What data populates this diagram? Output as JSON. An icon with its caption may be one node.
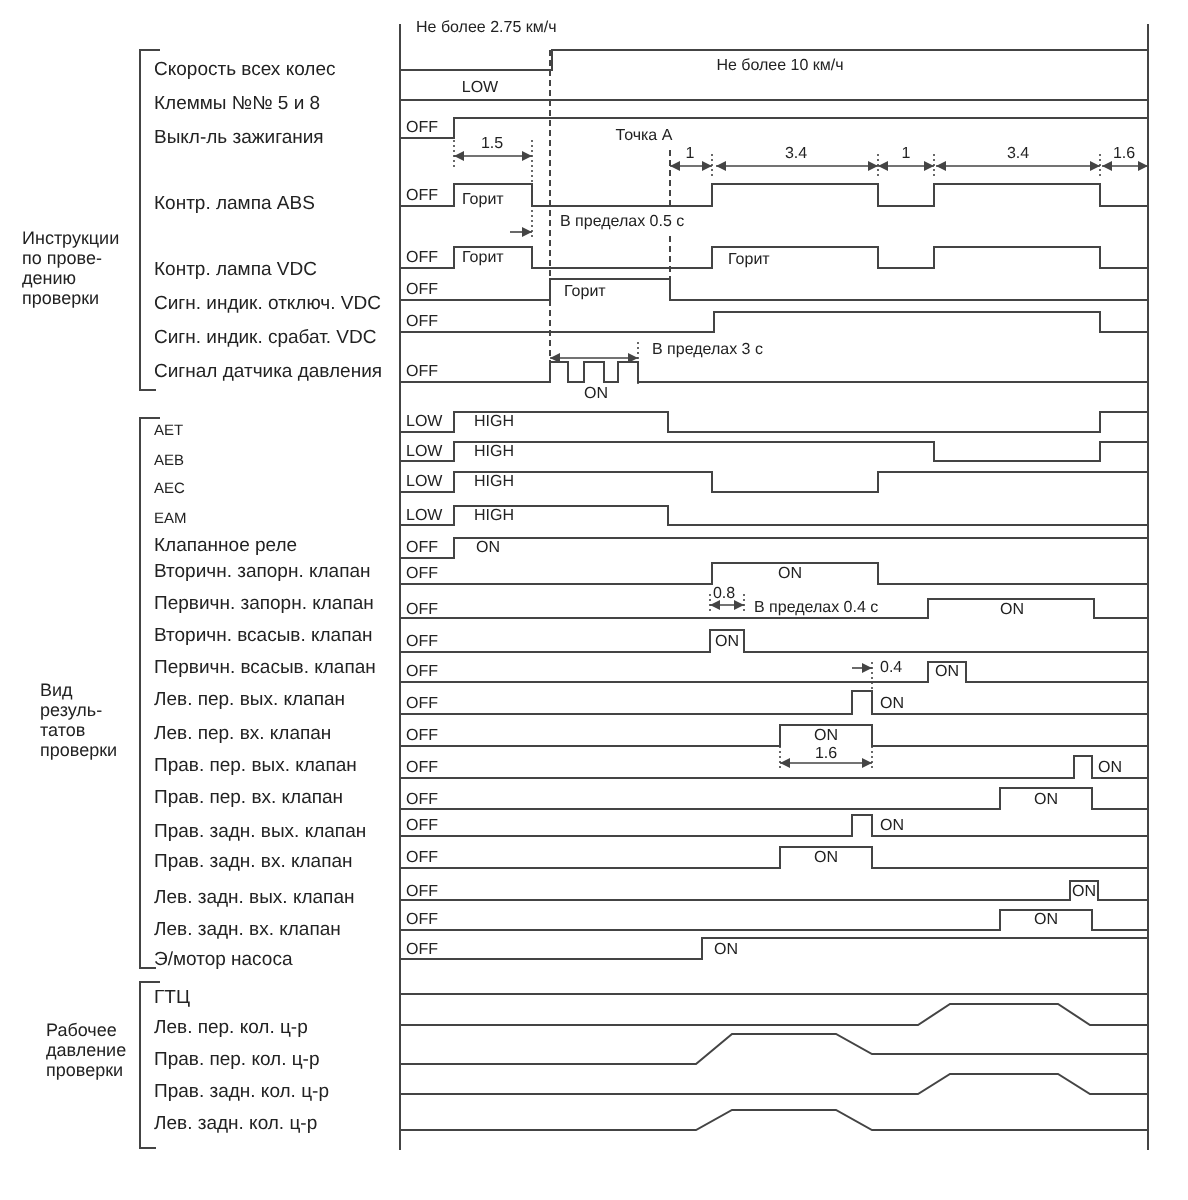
{
  "diagram": {
    "labels": [
      "Не более 2.75 км/ч",
      "Скорость всех колес",
      "Не более 10 км/ч",
      "Клеммы №№ 5 и 8",
      "LOW",
      "Выкл-ль зажигания",
      "OFF",
      "Точка А",
      "1.5",
      "1",
      "3.4",
      "1",
      "3.4",
      "1.6",
      "Контр. лампа ABS",
      "OFF",
      "Горит",
      "Инструкции по прове- дению проверки",
      "В пределах 0.5 с",
      "OFF",
      "Горит",
      "Горит",
      "Контр. лампа VDC",
      "OFF",
      "Горит",
      "Сигн. индик. отключ. VDC",
      "OFF",
      "Сигн. индик. срабат. VDC",
      "В пределах 3 с",
      "Сигнал датчика давления",
      "OFF",
      "ON",
      "AET",
      "LOW",
      "HIGH",
      "AEB",
      "LOW",
      "HIGH",
      "AEC",
      "LOW",
      "HIGH",
      "EAM",
      "LOW",
      "HIGH",
      "Клапанное реле",
      "OFF",
      "ON",
      "Вторичн. запорн. клапан",
      "OFF",
      "ON",
      "0.8",
      "Первичн. запорн. клапан",
      "OFF",
      "В пределах 0.4 с",
      "ON",
      "Вторичн. всасыв. клапан",
      "OFF",
      "ON",
      "Первичн. всасыв. клапан",
      "OFF",
      "0.4",
      "ON",
      "Вид резуль- татов проверки",
      "Лев. пер. вых. клапан",
      "OFF",
      "ON",
      "Лев. пер. вх. клапан",
      "OFF",
      "ON",
      "1.6",
      "Прав. пер. вых. клапан",
      "OFF",
      "ON",
      "Прав. пер. вх. клапан",
      "OFF",
      "ON",
      "Прав. задн. вых. клапан",
      "OFF",
      "ON",
      "Прав. задн. вх. клапан",
      "OFF",
      "ON",
      "Лев. задн. вых. клапан",
      "OFF",
      "ON",
      "Лев. задн. вх. клапан",
      "OFF",
      "ON",
      "Э/мотор насоса",
      "OFF",
      "ON",
      "ГТЦ",
      "Рабочее давление проверки",
      "Лев. пер. кол. ц-р",
      "Прав. пер. кол. ц-р",
      "Прав. задн. кол. ц-р",
      "Лев. задн. кол. ц-р"
    ]
  }
}
